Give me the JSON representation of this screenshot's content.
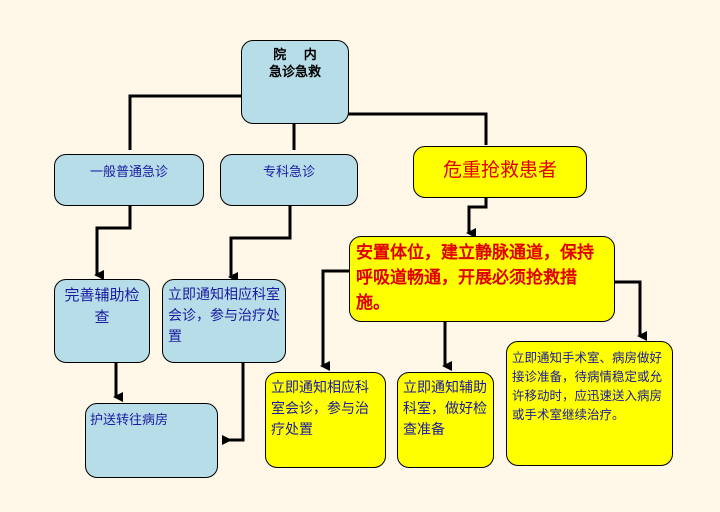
{
  "colors": {
    "background": "#fff8e8",
    "blue_box": "#b7dde8",
    "yellow_box": "#ffff00",
    "blue_text": "#1a1aa0",
    "red_text": "#e00000",
    "line": "#000000"
  },
  "nodes": {
    "root_line1": "院　 内",
    "root_line2": "急诊急救",
    "general": "一般普通急诊",
    "specialty": "专科急诊",
    "critical": "危重抢救患者",
    "exam": "完善辅助检查",
    "notify_specialty": "立即通知相应科室会诊，参与治疗处置",
    "transfer": "护送转往病房",
    "stabilize": "安置体位，建立静脉通道，保持呼吸道畅通，开展必须抢救措施。",
    "notify_consult": "立即通知相应科室会诊，参与治疗处置",
    "notify_aux": "立即通知辅助科室，做好检查准备",
    "notify_surgery": "立即通知手术室、病房做好接诊准备，待病情稳定或允许移动时，应迅速送入病房或手术室继续治疗。"
  }
}
